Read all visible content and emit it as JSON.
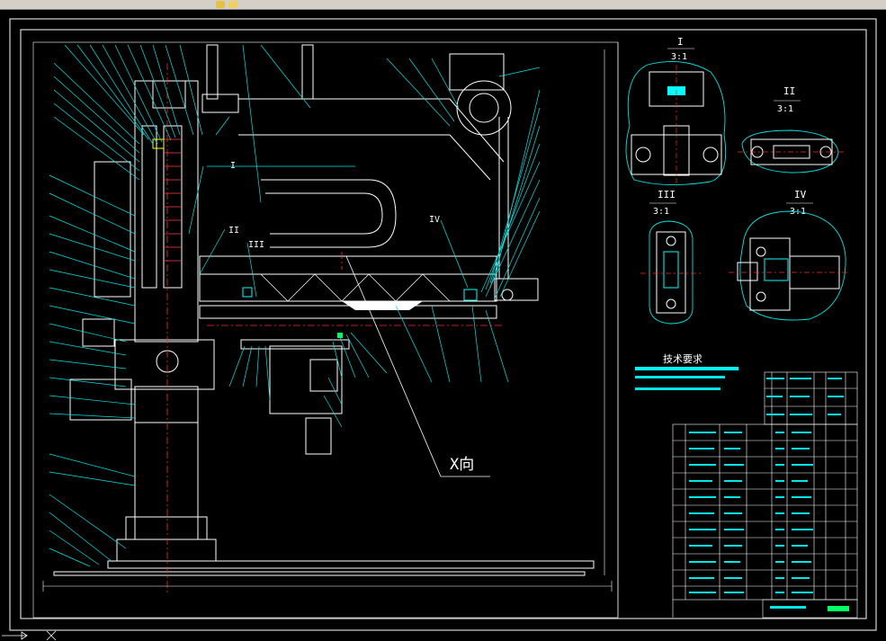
{
  "app": {
    "toolbar_icons": [
      "open-icon",
      "star-icon"
    ]
  },
  "drawing": {
    "view_label": "X向",
    "detail_views": [
      {
        "roman": "I",
        "scale": "3:1"
      },
      {
        "roman": "II",
        "scale": "3:1"
      },
      {
        "roman": "III",
        "scale": "3:1"
      },
      {
        "roman": "IV",
        "scale": "3:1"
      }
    ],
    "callouts_main": [
      "I",
      "II",
      "III",
      "IV"
    ],
    "tech_req_title": "技术要求"
  },
  "colors": {
    "frame": "#ffffff",
    "leader": "#00e5e5",
    "part": "#ffffff",
    "centerline": "#ff2a2a",
    "highlight": "#00ffff",
    "accent_green": "#00ff66",
    "accent_yellow": "#ffff00"
  }
}
